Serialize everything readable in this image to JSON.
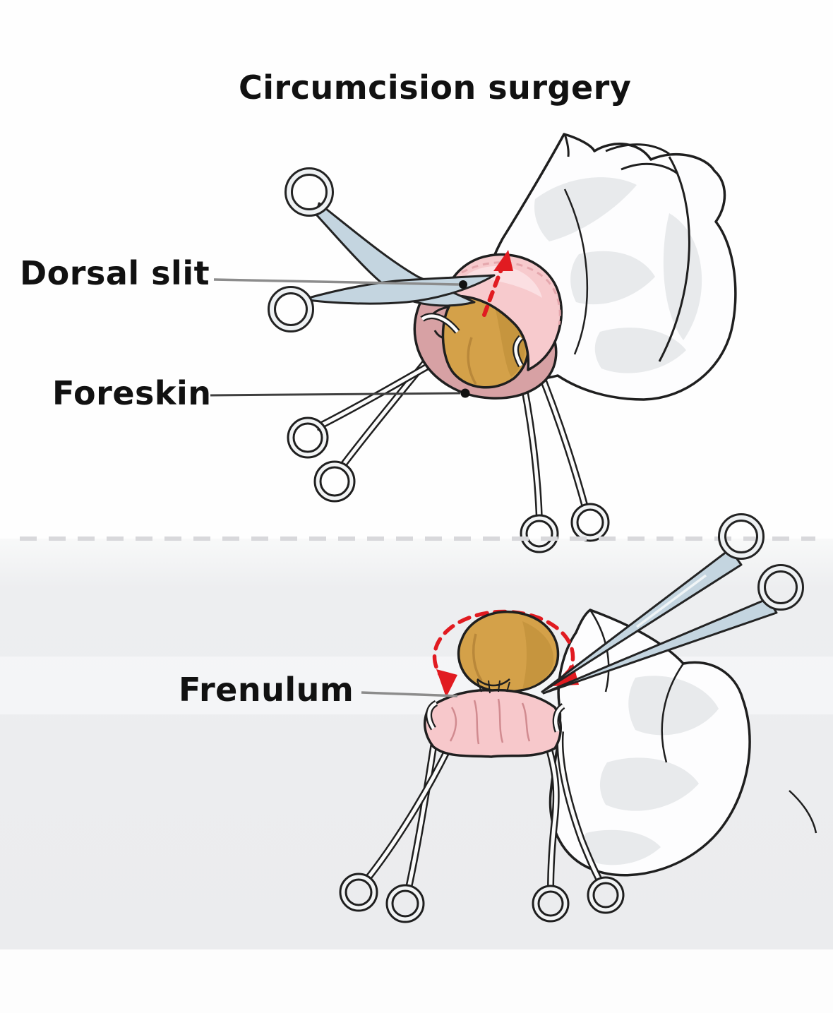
{
  "diagram": {
    "title": "Circumcision surgery",
    "labels": [
      {
        "text": "Dorsal slit"
      },
      {
        "text": "Foreskin"
      },
      {
        "text": "Frenulum"
      }
    ],
    "steps": [
      {
        "name": "dorsal-slit-incision",
        "tools": [
          "surgical-scissors",
          "hemostat-clamp",
          "hemostat-clamp"
        ]
      },
      {
        "name": "frenulum-excision",
        "tools": [
          "surgical-scissors",
          "hemostat-clamp",
          "hemostat-clamp"
        ]
      }
    ],
    "colors": {
      "outline": "#1f1f1f",
      "skin_body": "#fdfdfe",
      "body_shading": "#e8eaec",
      "foreskin_pink": "#f7cacd",
      "foreskin_highlight": "#fbdfe2",
      "retracted_skin_mauve": "#d7a1a4",
      "glans_tan": "#d4a149",
      "glans_shade": "#c6953e",
      "instrument_steel_blue": "#c4d5e0",
      "incision_red": "#e11b21",
      "leader_gray": "#8c8c8c",
      "divider_gray": "#d8d8db",
      "lower_panel_gray": "#ebecee"
    }
  }
}
